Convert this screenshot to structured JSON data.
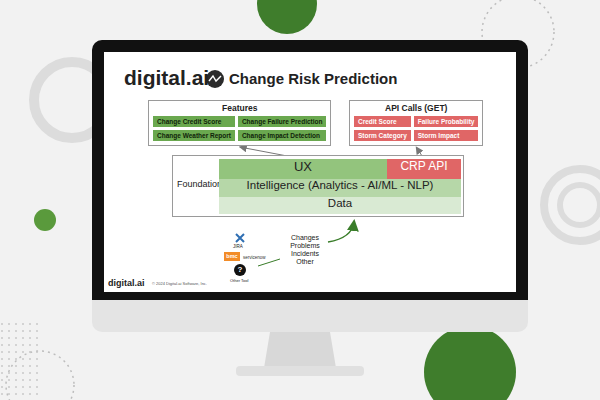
{
  "diagram": {
    "title": "Change Risk Prediction",
    "nodes": [
      {
        "text": [
          "Features"
        ]
      },
      {
        "text": [
          "Change Credit Score"
        ],
        "in": 0
      },
      {
        "text": [
          "Change Failure Prediction"
        ],
        "in": 0
      },
      {
        "text": [
          "Change Weather Report"
        ],
        "in": 0
      },
      {
        "text": [
          "Change Impact Detection"
        ],
        "in": 0
      },
      {
        "text": [
          "API Calls (GET)"
        ]
      },
      {
        "text": [
          "Credit Score"
        ],
        "in": 5
      },
      {
        "text": [
          "Failure Probability"
        ],
        "in": 5
      },
      {
        "text": [
          "Storm Category"
        ],
        "in": 5
      },
      {
        "text": [
          "Storm Impact"
        ],
        "in": 5
      },
      {
        "text": [
          "Foundation"
        ]
      },
      {
        "text": [
          "UX"
        ],
        "in": 10
      },
      {
        "text": [
          "CRP API"
        ],
        "in": 10
      },
      {
        "text": [
          "Intelligence (Analytics - AI/ML - NLP)"
        ],
        "in": 10
      },
      {
        "text": [
          "Data"
        ],
        "in": 10
      }
    ],
    "edges": [
      {
        "from": 11,
        "to": 0,
        "arrow": "to"
      },
      {
        "from": 12,
        "to": 5,
        "arrow": "to"
      }
    ],
    "labels": [
      "digital.ai",
      "JIRA",
      "bmc",
      "servicenow",
      "?",
      "Other Tool",
      "Changes Problems Incidents Other",
      "digital.ai",
      "© 2024 Digital.ai Software, Inc."
    ]
  }
}
